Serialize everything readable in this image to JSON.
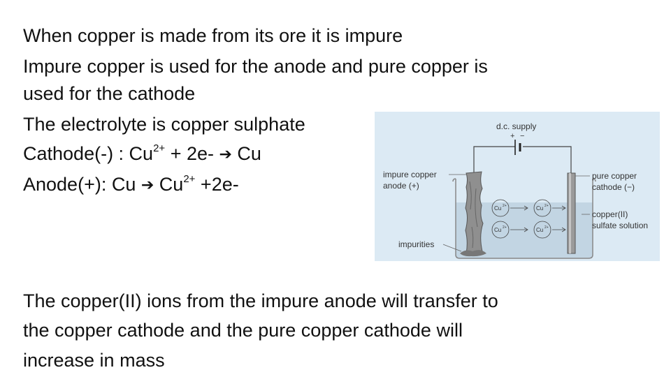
{
  "text": {
    "line1": "When copper is made from its ore it is impure",
    "line2": "Impure copper is used for the anode and pure copper is",
    "line3": "used for the cathode",
    "line4": "The electrolyte is copper sulphate",
    "cathode_label": "Cathode(-) : Cu",
    "cathode_sup": "2+",
    "cathode_mid": " + 2e- ",
    "cathode_product": " Cu",
    "anode_label": "Anode(+): Cu ",
    "anode_product": " Cu",
    "anode_sup": "2+",
    "anode_end": " +2e-",
    "arrow": "➔",
    "conclusion1": "The copper(II) ions from the impure anode will transfer to",
    "conclusion2": "the copper cathode and the pure copper cathode will",
    "conclusion3": "increase in mass"
  },
  "diagram": {
    "supply": "d.c. supply",
    "plus": "+",
    "minus": "−",
    "impure_label_1": "impure copper",
    "impure_label_2": "anode (+)",
    "pure_label_1": "pure copper",
    "pure_label_2": "cathode (−)",
    "solution_label_1": "copper(II)",
    "solution_label_2": "sulfate solution",
    "impurities": "impurities",
    "ion": "Cu",
    "ion_charge": "2+",
    "background_color": "#dceaf4"
  }
}
